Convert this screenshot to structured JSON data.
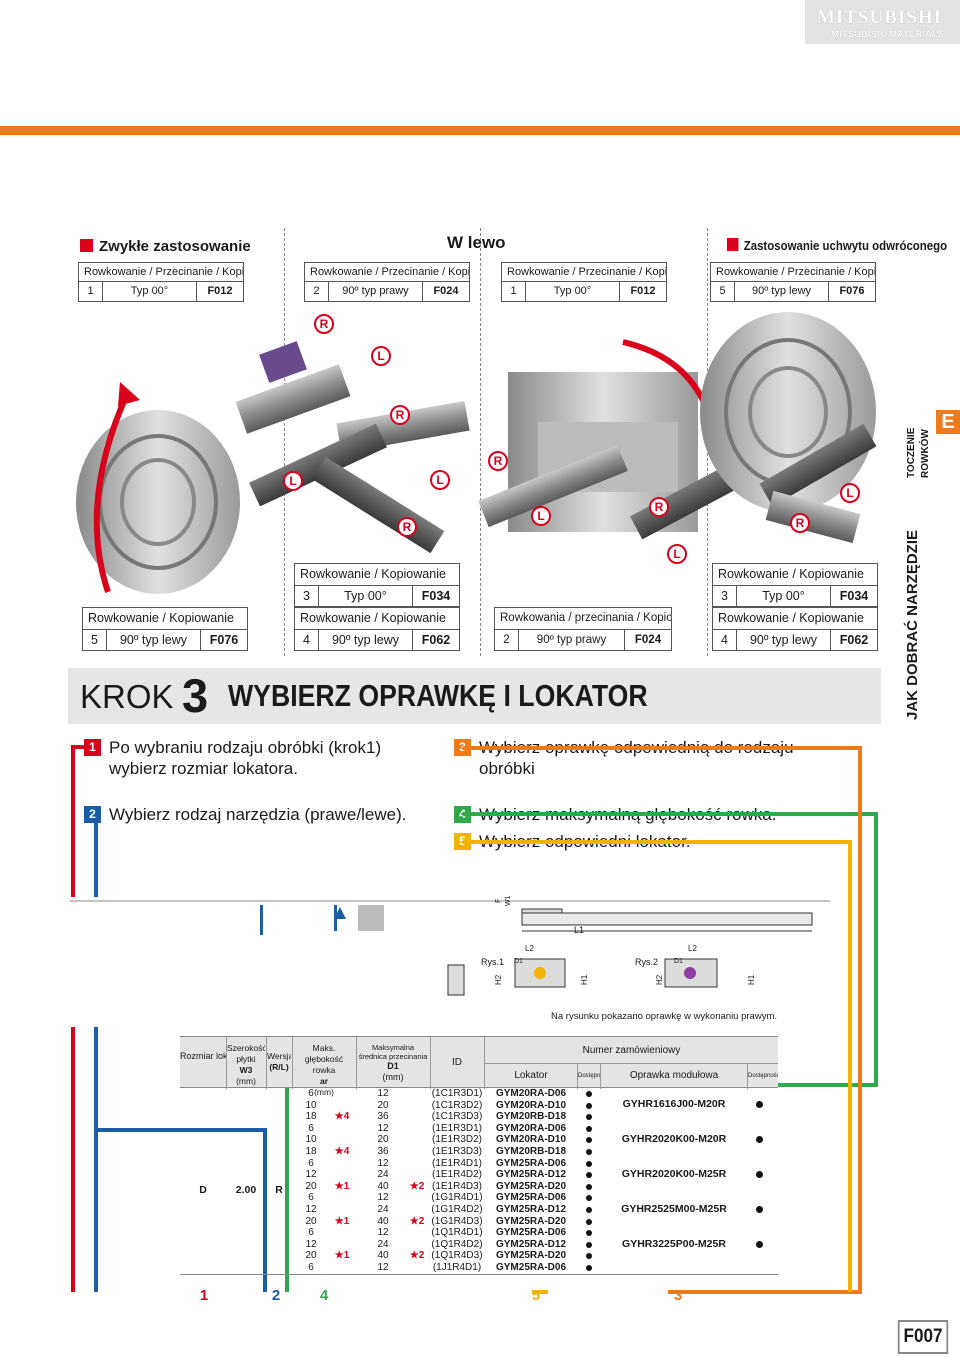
{
  "brand": {
    "name": "MITSUBISHI",
    "sub": "MITSUBISHI MATERIALS"
  },
  "panel": {
    "left_title": "Zwykłe zastosowanie",
    "center_title": "W lewo",
    "right_title": "Zastosowanie uchwytu odwróconego",
    "top_boxes": [
      {
        "title": "Rowkowanie / Przecinanie / Kopiowanie",
        "num": "1",
        "type": "Typ 00°",
        "code": "F012"
      },
      {
        "title": "Rowkowanie / Przecinanie / Kopiowanie",
        "num": "2",
        "type": "90º typ prawy",
        "code": "F024"
      },
      {
        "title": "Rowkowanie / Przecinanie / Kopiowanie",
        "num": "1",
        "type": "Typ 00°",
        "code": "F012"
      },
      {
        "title": "Rowkowanie / Przecinanie / Kopiowanie",
        "num": "5",
        "type": "90º typ lewy",
        "code": "F076"
      }
    ],
    "bottom_boxes": [
      {
        "title": "Rowkowanie / Kopiowanie",
        "num": "5",
        "type": "90º typ lewy",
        "code": "F076"
      },
      {
        "title": "Rowkowanie / Kopiowanie",
        "num": "3",
        "type": "Typ 00°",
        "code": "F034"
      },
      {
        "title": "Rowkowanie / Kopiowanie",
        "num": "4",
        "type": "90º typ lewy",
        "code": "F062"
      },
      {
        "title": "Rowkowania / przecinania / Kopiowanie",
        "num": "2",
        "type": "90º typ prawy",
        "code": "F024"
      },
      {
        "title": "Rowkowanie / Kopiowanie",
        "num": "3",
        "type": "Typ 00°",
        "code": "F034"
      },
      {
        "title": "Rowkowanie / Kopiowanie",
        "num": "4",
        "type": "90º typ lewy",
        "code": "F062"
      }
    ],
    "hand_labels": [
      "R",
      "L",
      "R",
      "L",
      "L",
      "R",
      "R",
      "L",
      "R",
      "L",
      "R",
      "L"
    ]
  },
  "side": {
    "letter": "E",
    "line1": "TOCZENIE",
    "line2": "ROWKÓW",
    "main": "JAK DOBRAĆ NARZĘDZIE"
  },
  "krok": {
    "word": "KROK",
    "num": "3",
    "title": "WYBIERZ OPRAWKĘ I LOKATOR"
  },
  "steps": [
    {
      "n": "1",
      "line1": "Po wybraniu rodzaju obróbki (krok1)",
      "line2": "wybierz rozmiar lokatora."
    },
    {
      "n": "2",
      "line1": "Wybierz rodzaj narzędzia (prawe/lewe)."
    },
    {
      "n": "3",
      "line1": "Wybierz oprawkę odpowiednią do rodzaju",
      "line2": "obróbki"
    },
    {
      "n": "4",
      "line1": "Wybierz maksymalną głębokość rowka."
    },
    {
      "n": "5",
      "line1": "Wybierz odpowiedni lokator."
    }
  ],
  "colors": {
    "red": "#d9001b",
    "blue": "#1a5ca8",
    "green": "#2ea84a",
    "orange": "#ef7a1a",
    "yellow": "#f2b200",
    "violet": "#8b3fa0"
  },
  "drawing": {
    "dims": {
      "f": "F",
      "w": "W1",
      "l1": "L1",
      "l2": "L2",
      "d1": "D1",
      "h1": "H1",
      "h2": "H2"
    },
    "rys1": "Rys.1",
    "rys2": "Rys.2",
    "note": "Na rysunku pokazano oprawkę w wykonaniu prawym."
  },
  "table": {
    "headers": {
      "rozmiar": "Rozmiar lokatora",
      "szer": "Szerokość płytki",
      "szer_sym": "W3",
      "szer_unit": "(mm)",
      "wersja": "Wersja",
      "wersja_sym": "(R/L)",
      "maks": "Maks. głębokość rowka",
      "maks_sym": "ar",
      "maks_unit": "(mm)",
      "srednica": "Maksymalna średnica przecinania",
      "srednica_sym": "D1",
      "srednica_unit": "(mm)",
      "id": "ID",
      "numer": "Numer zamówieniowy",
      "lokator": "Lokator",
      "dostepnosc": "Dostępność",
      "oprawka": "Oprawka modułowa",
      "dostepnosc2": "Dostępność"
    },
    "size": "D",
    "width": "2.00",
    "version": "R",
    "rows": [
      {
        "ar": "6",
        "ar_star": "",
        "d1": "12",
        "d1_star": "",
        "id": "(1C1R3D1)",
        "lok": "GYM20RA-D06"
      },
      {
        "ar": "10",
        "ar_star": "",
        "d1": "20",
        "d1_star": "",
        "id": "(1C1R3D2)",
        "lok": "GYM20RA-D10"
      },
      {
        "ar": "18",
        "ar_star": "★4",
        "d1": "36",
        "d1_star": "",
        "id": "(1C1R3D3)",
        "lok": "GYM20RB-D18"
      },
      {
        "ar": "6",
        "ar_star": "",
        "d1": "12",
        "d1_star": "",
        "id": "(1E1R3D1)",
        "lok": "GYM20RA-D06"
      },
      {
        "ar": "10",
        "ar_star": "",
        "d1": "20",
        "d1_star": "",
        "id": "(1E1R3D2)",
        "lok": "GYM20RA-D10"
      },
      {
        "ar": "18",
        "ar_star": "★4",
        "d1": "36",
        "d1_star": "",
        "id": "(1E1R3D3)",
        "lok": "GYM20RB-D18"
      },
      {
        "ar": "6",
        "ar_star": "",
        "d1": "12",
        "d1_star": "",
        "id": "(1E1R4D1)",
        "lok": "GYM25RA-D06"
      },
      {
        "ar": "12",
        "ar_star": "",
        "d1": "24",
        "d1_star": "",
        "id": "(1E1R4D2)",
        "lok": "GYM25RA-D12"
      },
      {
        "ar": "20",
        "ar_star": "★1",
        "d1": "40",
        "d1_star": "★2",
        "id": "(1E1R4D3)",
        "lok": "GYM25RA-D20"
      },
      {
        "ar": "6",
        "ar_star": "",
        "d1": "12",
        "d1_star": "",
        "id": "(1G1R4D1)",
        "lok": "GYM25RA-D06"
      },
      {
        "ar": "12",
        "ar_star": "",
        "d1": "24",
        "d1_star": "",
        "id": "(1G1R4D2)",
        "lok": "GYM25RA-D12"
      },
      {
        "ar": "20",
        "ar_star": "★1",
        "d1": "40",
        "d1_star": "★2",
        "id": "(1G1R4D3)",
        "lok": "GYM25RA-D20"
      },
      {
        "ar": "6",
        "ar_star": "",
        "d1": "12",
        "d1_star": "",
        "id": "(1Q1R4D1)",
        "lok": "GYM25RA-D06"
      },
      {
        "ar": "12",
        "ar_star": "",
        "d1": "24",
        "d1_star": "",
        "id": "(1Q1R4D2)",
        "lok": "GYM25RA-D12"
      },
      {
        "ar": "20",
        "ar_star": "★1",
        "d1": "40",
        "d1_star": "★2",
        "id": "(1Q1R4D3)",
        "lok": "GYM25RA-D20"
      },
      {
        "ar": "6",
        "ar_star": "",
        "d1": "12",
        "d1_star": "",
        "id": "(1J1R4D1)",
        "lok": "GYM25RA-D06"
      }
    ],
    "holders": [
      "GYHR1616J00-M20R",
      "GYHR2020K00-M20R",
      "GYHR2020K00-M25R",
      "GYHR2525M00-M25R",
      "GYHR3225P00-M25R"
    ]
  },
  "bottom_labels": [
    "1",
    "2",
    "4",
    "5",
    "3"
  ],
  "page": "F007"
}
